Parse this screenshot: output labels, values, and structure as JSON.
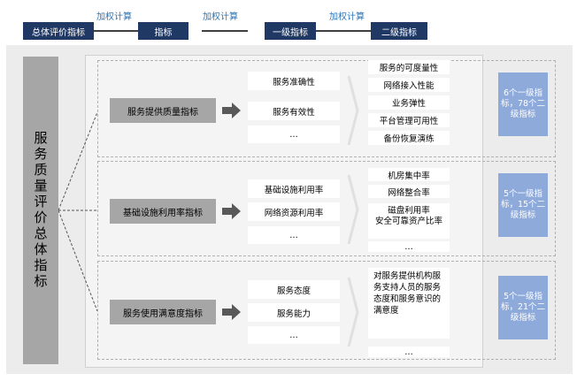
{
  "header": {
    "level0": "总体评价指标",
    "level1": "指标",
    "level2": "一级指标",
    "level3": "二级指标",
    "weight_label_1": "加权计算",
    "weight_label_2": "加权计算",
    "weight_label_3": "加权计算"
  },
  "root": {
    "label": "服务质量评价总体指标"
  },
  "groups": [
    {
      "category": "服务提供质量指标",
      "level1": [
        "服务准确性",
        "服务有效性",
        "…"
      ],
      "level2": [
        "服务的可度量性",
        "网络接入性能",
        "业务弹性",
        "平台管理可用性",
        "备份恢复演练"
      ],
      "summary": "6个一级指标，78个二级指标"
    },
    {
      "category": "基础设施利用率指标",
      "level1": [
        "基础设施利用率",
        "网络资源利用率",
        "…"
      ],
      "level2": [
        "机房集中率",
        "网络整合率",
        "磁盘利用率",
        "安全可靠资产比率",
        "…"
      ],
      "summary": "5个一级指标，15个二级指标"
    },
    {
      "category": "服务使用满意度指标",
      "level1": [
        "服务态度",
        "服务能力",
        "…"
      ],
      "level2": [
        "对服务提供机构服务支持人员的服务态度和服务意识的满意度",
        "…"
      ],
      "summary": "5个一级指标，21个二级指标"
    }
  ]
}
